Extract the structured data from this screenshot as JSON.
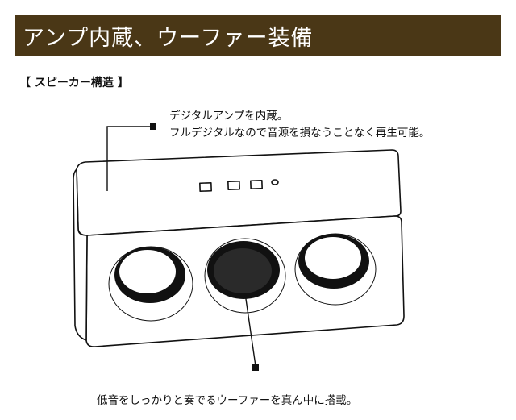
{
  "header": {
    "title": "アンプ内蔵、ウーファー装備",
    "background": "#4a3716"
  },
  "section": {
    "label": "【 スピーカー構造 】"
  },
  "callouts": {
    "amp_line1": "デジタルアンプを内蔵。",
    "amp_line2": "フルデジタルなので音源を損なうことなく再生可能。",
    "woofer": "低音をしっかりと奏でるウーファーを真ん中に搭載。"
  }
}
